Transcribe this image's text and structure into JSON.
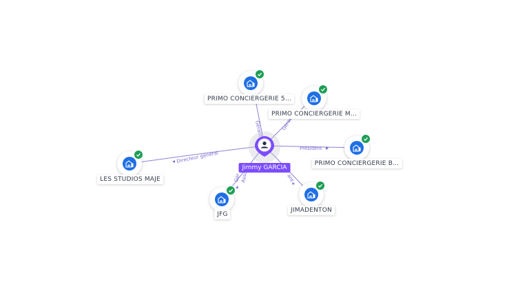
{
  "center": {
    "name": "Jimmy GARCIA",
    "icon": "person-icon",
    "color": "#7c4dff"
  },
  "nodes": [
    {
      "key": "n1",
      "label": "PRIMO CONCIERGERIE 5...",
      "icon": "building-icon",
      "verified": true
    },
    {
      "key": "n2",
      "label": "PRIMO CONCIERGERIE M...",
      "icon": "building-icon",
      "verified": true
    },
    {
      "key": "n3",
      "label": "PRIMO CONCIERGERIE B...",
      "icon": "building-icon",
      "verified": true
    },
    {
      "key": "n4",
      "label": "JIMADENTON",
      "icon": "building-icon",
      "verified": true
    },
    {
      "key": "n5",
      "label": "JFG",
      "icon": "building-icon",
      "verified": true
    },
    {
      "key": "n6",
      "label": "LES STUDIOS MAJE",
      "icon": "building-icon",
      "verified": true
    }
  ],
  "edges": [
    {
      "to": "n1",
      "label": "Gérant"
    },
    {
      "to": "n2",
      "label": "Gérant"
    },
    {
      "to": "n3",
      "label": "Président"
    },
    {
      "to": "n4",
      "label": "ant"
    },
    {
      "to": "n5",
      "label": "Gér"
    },
    {
      "to": "n5b",
      "label": "Asso"
    },
    {
      "to": "n6",
      "label": "Directeur général"
    }
  ],
  "colors": {
    "edge": "#8b7fd6",
    "node_fill": "#1f6fe5",
    "verified": "#1e9e57"
  }
}
